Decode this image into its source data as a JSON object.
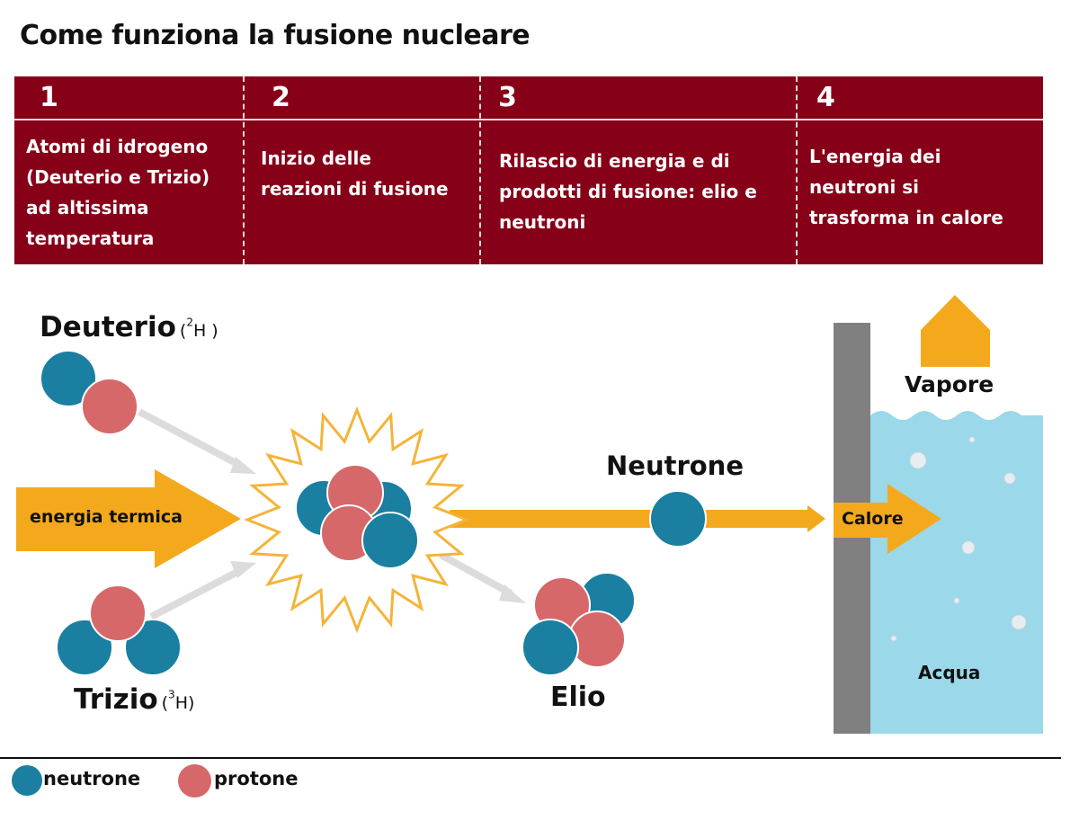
{
  "title": "Come funziona la fusione nucleare",
  "steps": [
    {
      "number": "1",
      "text": [
        "Atomi di idrogeno",
        "(Deuterio e Trizio)",
        "ad altissima",
        "temperatura"
      ]
    },
    {
      "number": "2",
      "text": [
        "Inizio delle",
        "reazioni di fusione"
      ]
    },
    {
      "number": "3",
      "text": [
        "Rilascio di energia e di",
        "prodotti di fusione: elio e",
        "neutroni"
      ]
    },
    {
      "number": "4",
      "text": [
        "L'energia dei",
        "neutroni si",
        "trasforma in calore"
      ]
    }
  ],
  "diagram": {
    "deuterium": {
      "name": "Deuterio",
      "symbol_open": "(",
      "mass": "2",
      "element": "H",
      "symbol_close": ")"
    },
    "tritium": {
      "name": "Trizio",
      "symbol_open": "(",
      "mass": "3",
      "element": "H",
      "symbol_close": ")"
    },
    "thermal_energy": "energia termica",
    "neutron_label": "Neutrone",
    "helium_label": "Elio",
    "heat_label": "Calore",
    "steam_label": "Vapore",
    "water_label": "Acqua"
  },
  "legend": {
    "neutron": "neutrone",
    "proton": "protone"
  },
  "colors": {
    "header_bg": "#860018",
    "neutron": "#1a7fa0",
    "proton": "#d6686a",
    "energy": "#f4a91c",
    "wall": "#808080",
    "water": "#9ad8ea",
    "arrow_gray": "#dcdcdc"
  }
}
